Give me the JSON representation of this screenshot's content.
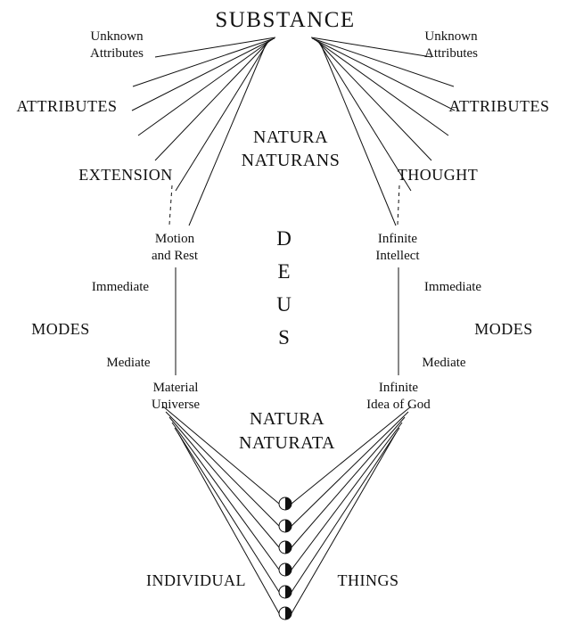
{
  "diagram": {
    "title": "SUBSTANCE",
    "unknown_attributes_left": [
      "Unknown",
      "Attributes"
    ],
    "unknown_attributes_right": [
      "Unknown",
      "Attributes"
    ],
    "attributes_left": "ATTRIBUTES",
    "attributes_right": "ATTRIBUTES",
    "natura_naturans": [
      "NATURA",
      "NATURANS"
    ],
    "extension": "EXTENSION",
    "thought": "THOUGHT",
    "motion_and_rest": [
      "Motion",
      "and Rest"
    ],
    "infinite_intellect": [
      "Infinite",
      "Intellect"
    ],
    "deus_letters": [
      "D",
      "E",
      "U",
      "S"
    ],
    "immediate_left": "Immediate",
    "immediate_right": "Immediate",
    "modes_left": "MODES",
    "modes_right": "MODES",
    "mediate_left": "Mediate",
    "mediate_right": "Mediate",
    "material_universe": [
      "Material",
      "Universe"
    ],
    "infinite_idea_of_god": [
      "Infinite",
      "Idea of God"
    ],
    "natura_naturata": [
      "NATURA",
      "NATURATA"
    ],
    "individual": "INDIVIDUAL",
    "things": "THINGS"
  },
  "colors": {
    "ink": "#111111",
    "background": "#ffffff"
  }
}
